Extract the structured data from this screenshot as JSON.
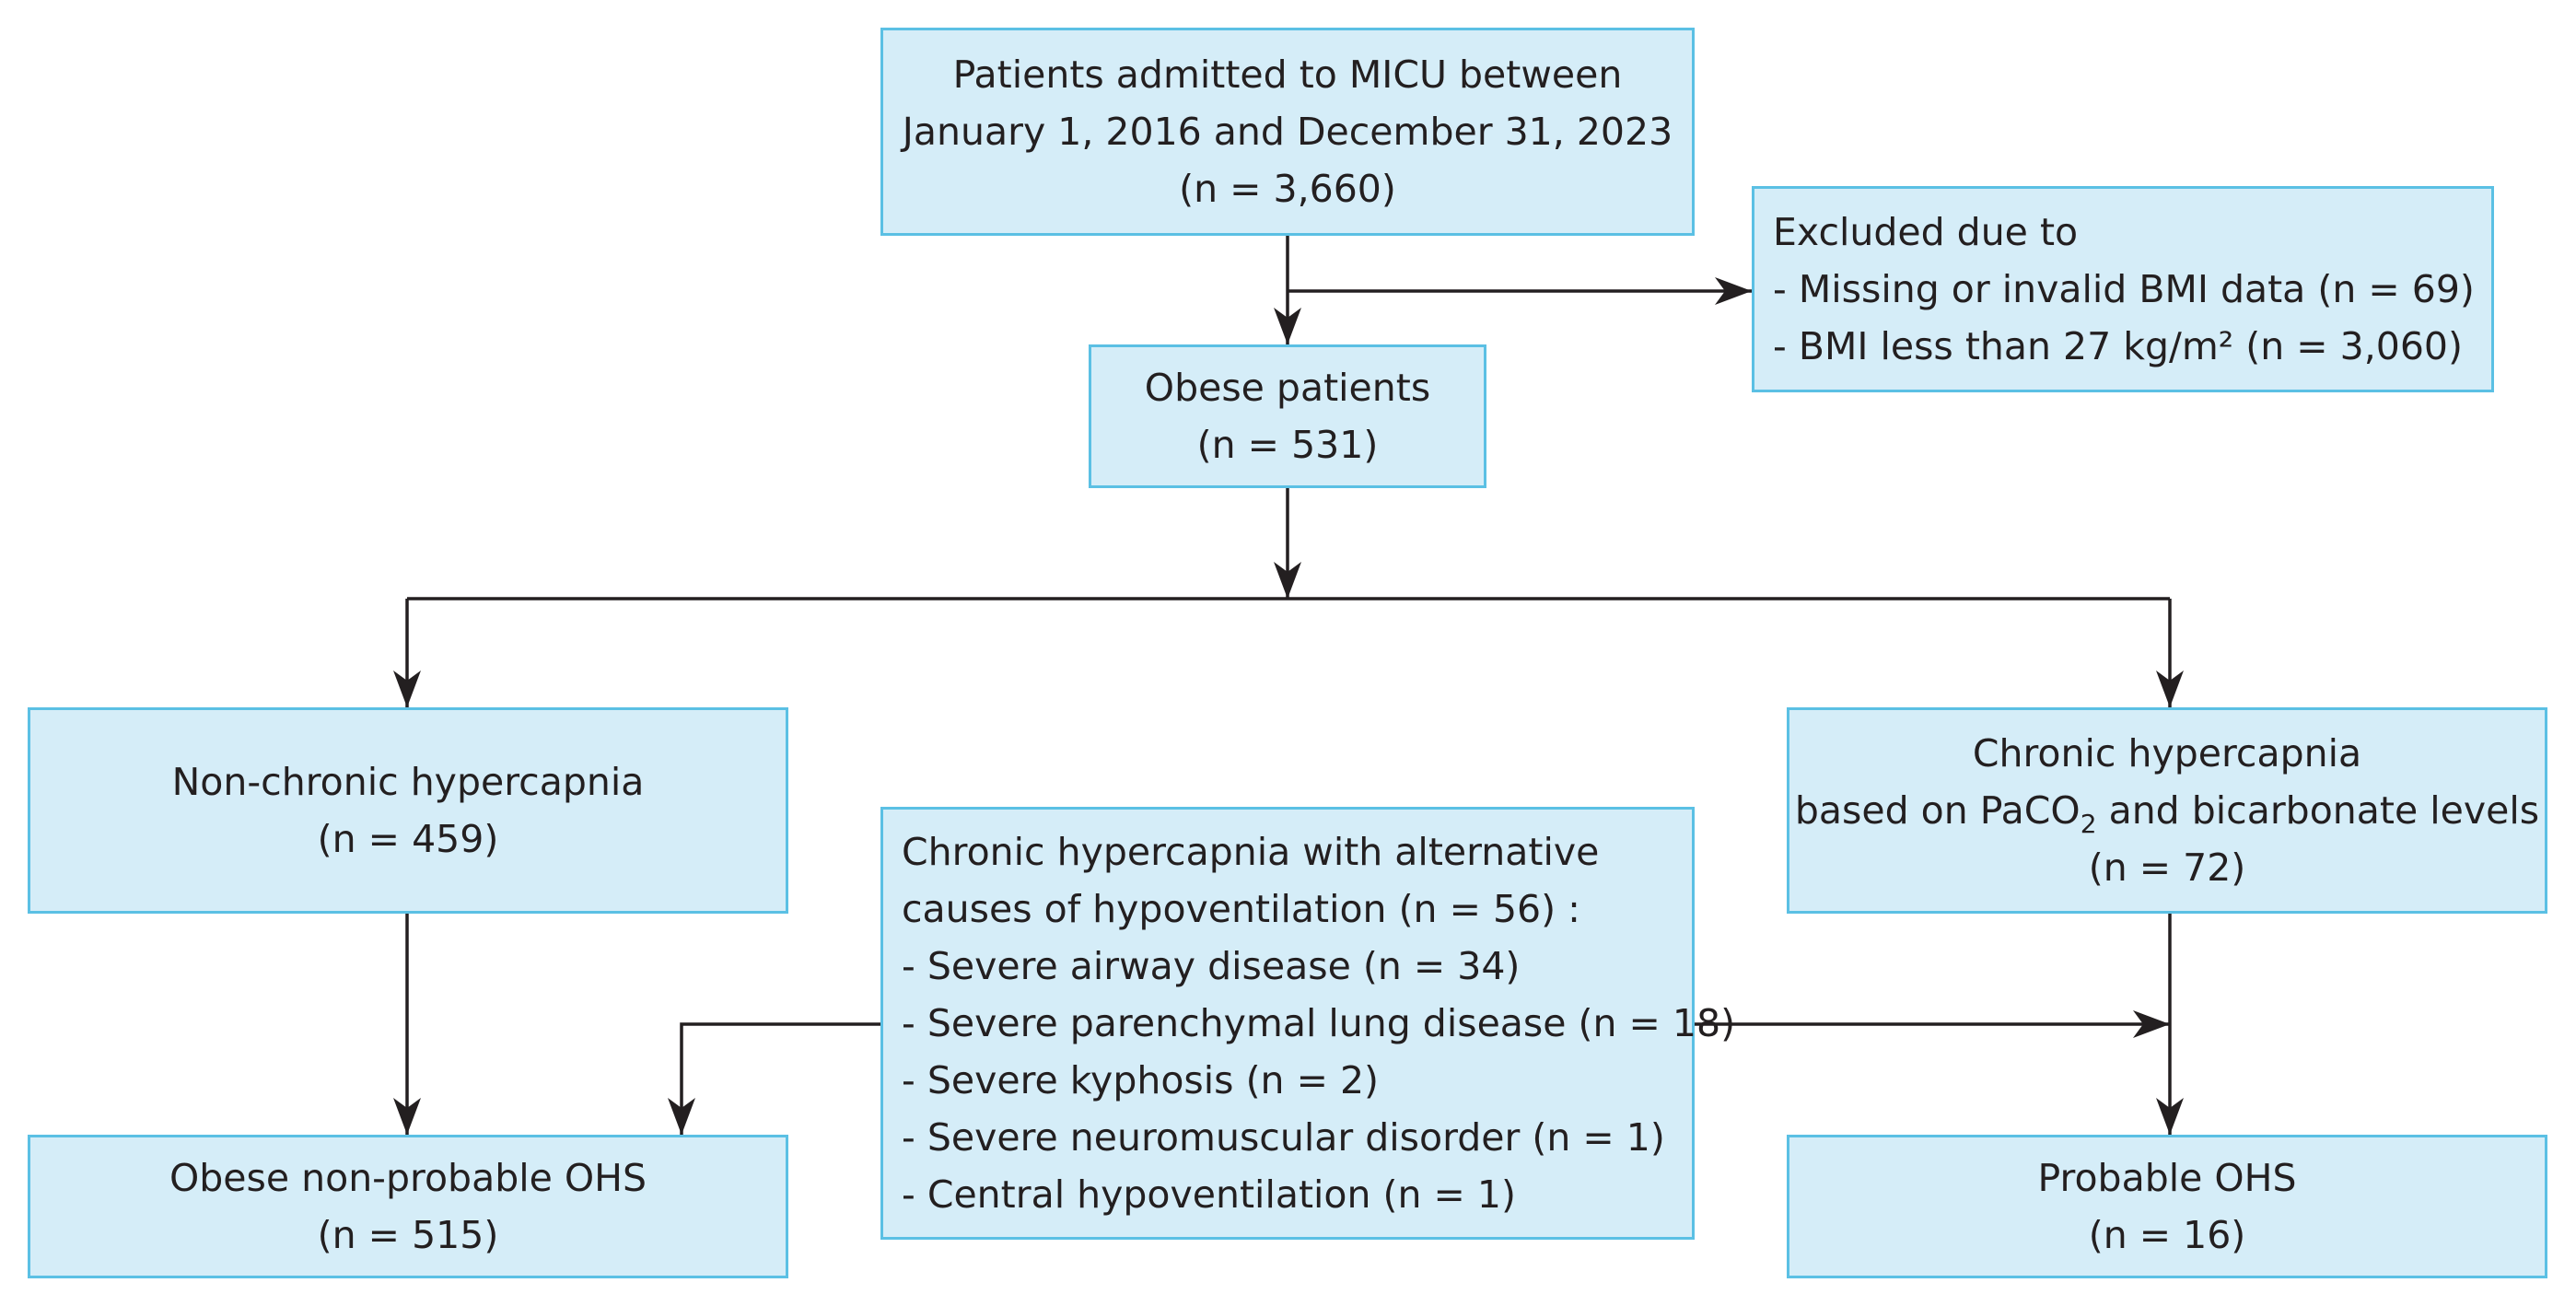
{
  "nodes": {
    "admitted": {
      "lines": [
        "Patients admitted to MICU between",
        "January 1, 2016 and December 31, 2023",
        "(n = 3,660)"
      ]
    },
    "excluded": {
      "lines": [
        "Excluded due to",
        "- Missing or invalid BMI data (n = 69)",
        "- BMI less than 27 kg/m² (n = 3,060)"
      ]
    },
    "obese": {
      "lines": [
        "Obese patients",
        "(n = 531)"
      ]
    },
    "non_chronic": {
      "lines": [
        "Non-chronic hypercapnia",
        "(n = 459)"
      ]
    },
    "chronic": {
      "line1": "Chronic hypercapnia",
      "line2_pre": "based on PaCO",
      "line2_sub": "2",
      "line2_post": " and bicarbonate levels",
      "line3": "(n = 72)"
    },
    "alternative": {
      "lines": [
        "Chronic hypercapnia with alternative",
        "causes of hypoventilation (n = 56) :",
        "- Severe airway disease (n = 34)",
        "- Severe parenchymal lung disease (n = 18)",
        "- Severe kyphosis (n = 2)",
        "- Severe neuromuscular disorder (n = 1)",
        "- Central hypoventilation (n = 1)"
      ]
    },
    "non_probable": {
      "lines": [
        "Obese non-probable OHS",
        "(n = 515)"
      ]
    },
    "probable": {
      "lines": [
        "Probable OHS",
        "(n = 16)"
      ]
    }
  },
  "colors": {
    "box_fill": "#d5edf8",
    "box_border": "#5bc0e4",
    "line": "#231f20",
    "text": "#231f20"
  }
}
